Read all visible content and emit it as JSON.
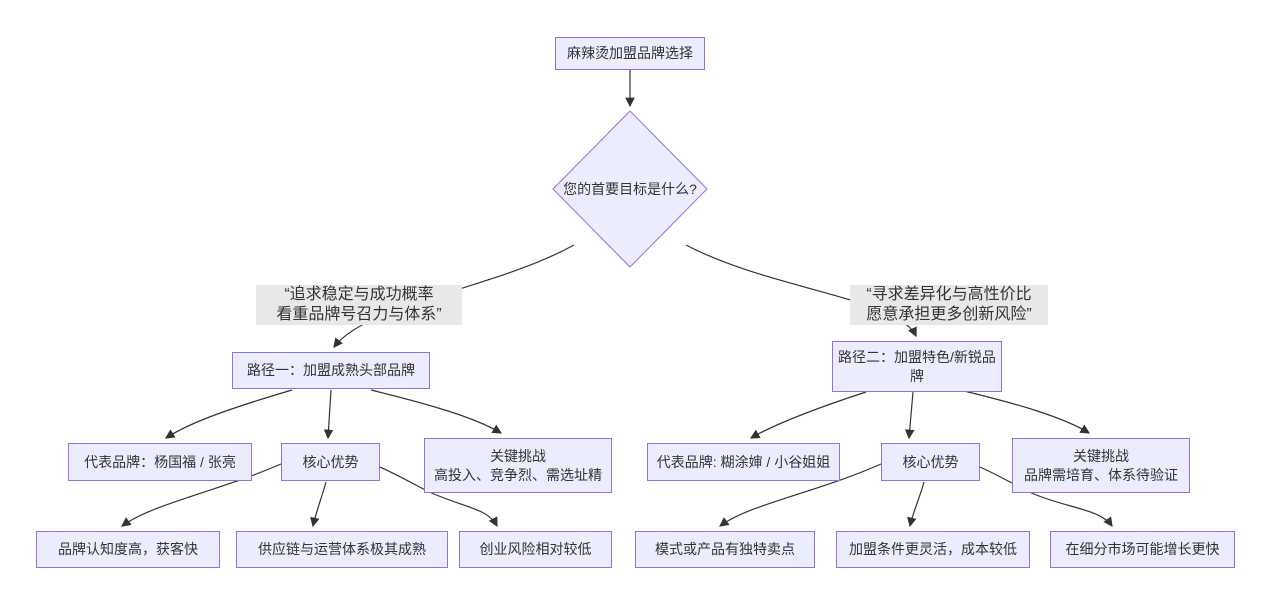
{
  "diagram": {
    "type": "flowchart",
    "root": "麻辣烫加盟品牌选择",
    "decision": "您的首要目标是什么?",
    "branch_left_label": "“追求稳定与成功概率\n看重品牌号召力与体系”",
    "branch_right_label": "“寻求差异化与高性价比\n愿意承担更多创新风险”",
    "path1": {
      "title": "路径一：加盟成熟头部品牌",
      "brands": "代表品牌：杨国福 / 张亮",
      "advantages_title": "核心优势",
      "challenges": "关键挑战\n高投入、竞争烈、需选址精",
      "advantage1": "品牌认知度高，获客快",
      "advantage2": "供应链与运营体系极其成熟",
      "advantage3": "创业风险相对较低"
    },
    "path2": {
      "title": "路径二：加盟特色/新锐品\n牌",
      "brands": "代表品牌: 糊涂婶 / 小谷姐姐",
      "advantages_title": "核心优势",
      "challenges": "关键挑战\n品牌需培育、体系待验证",
      "advantage1": "模式或产品有独特卖点",
      "advantage2": "加盟条件更灵活，成本较低",
      "advantage3": "在细分市场可能增长更快"
    }
  },
  "colors": {
    "canvas_bg": "#ffffff",
    "node_fill": "#ECECFF",
    "node_border": "#9370DB",
    "edge_stroke": "#333333",
    "edge_label_bg": "#e8e8e8",
    "text": "#333333"
  }
}
